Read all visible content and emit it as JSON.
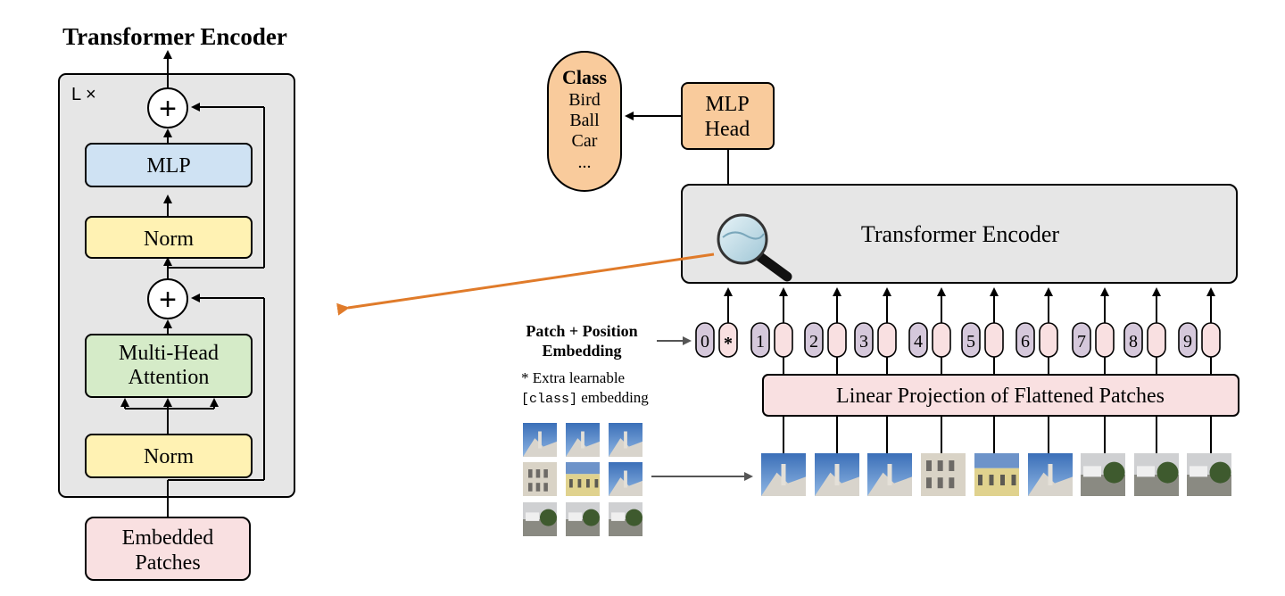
{
  "encoder_detail": {
    "title": "Transformer Encoder",
    "repeat_label": "L ×",
    "mlp": "MLP",
    "norm_top": "Norm",
    "norm_bottom": "Norm",
    "add_symbol": "+",
    "attention_line1": "Multi-Head",
    "attention_line2": "Attention",
    "input_line1": "Embedded",
    "input_line2": "Patches"
  },
  "vit": {
    "class_box": {
      "title": "Class",
      "items": [
        "Bird",
        "Ball",
        "Car",
        "..."
      ]
    },
    "mlp_head_line1": "MLP",
    "mlp_head_line2": "Head",
    "encoder_label": "Transformer Encoder",
    "embedding_label_line1": "Patch + Position",
    "embedding_label_line2": "Embedding",
    "note_line1": "* Extra learnable",
    "note_line2_code": "[class]",
    "note_line2_text": " embedding",
    "tokens": [
      "0",
      "1",
      "2",
      "3",
      "4",
      "5",
      "6",
      "7",
      "8",
      "9"
    ],
    "class_token_symbol": "*",
    "projection_label": "Linear Projection of Flattened Patches"
  },
  "colors": {
    "encoder_bg": "#e6e6e6",
    "mlp_fill": "#cfe2f3",
    "norm_fill": "#fff2b3",
    "attention_fill": "#d5ebc8",
    "pink_fill": "#f9e0e1",
    "orange_fill": "#f9cb9c",
    "purple_fill": "#d5c8db",
    "arrow_orange": "#e07b2a"
  }
}
